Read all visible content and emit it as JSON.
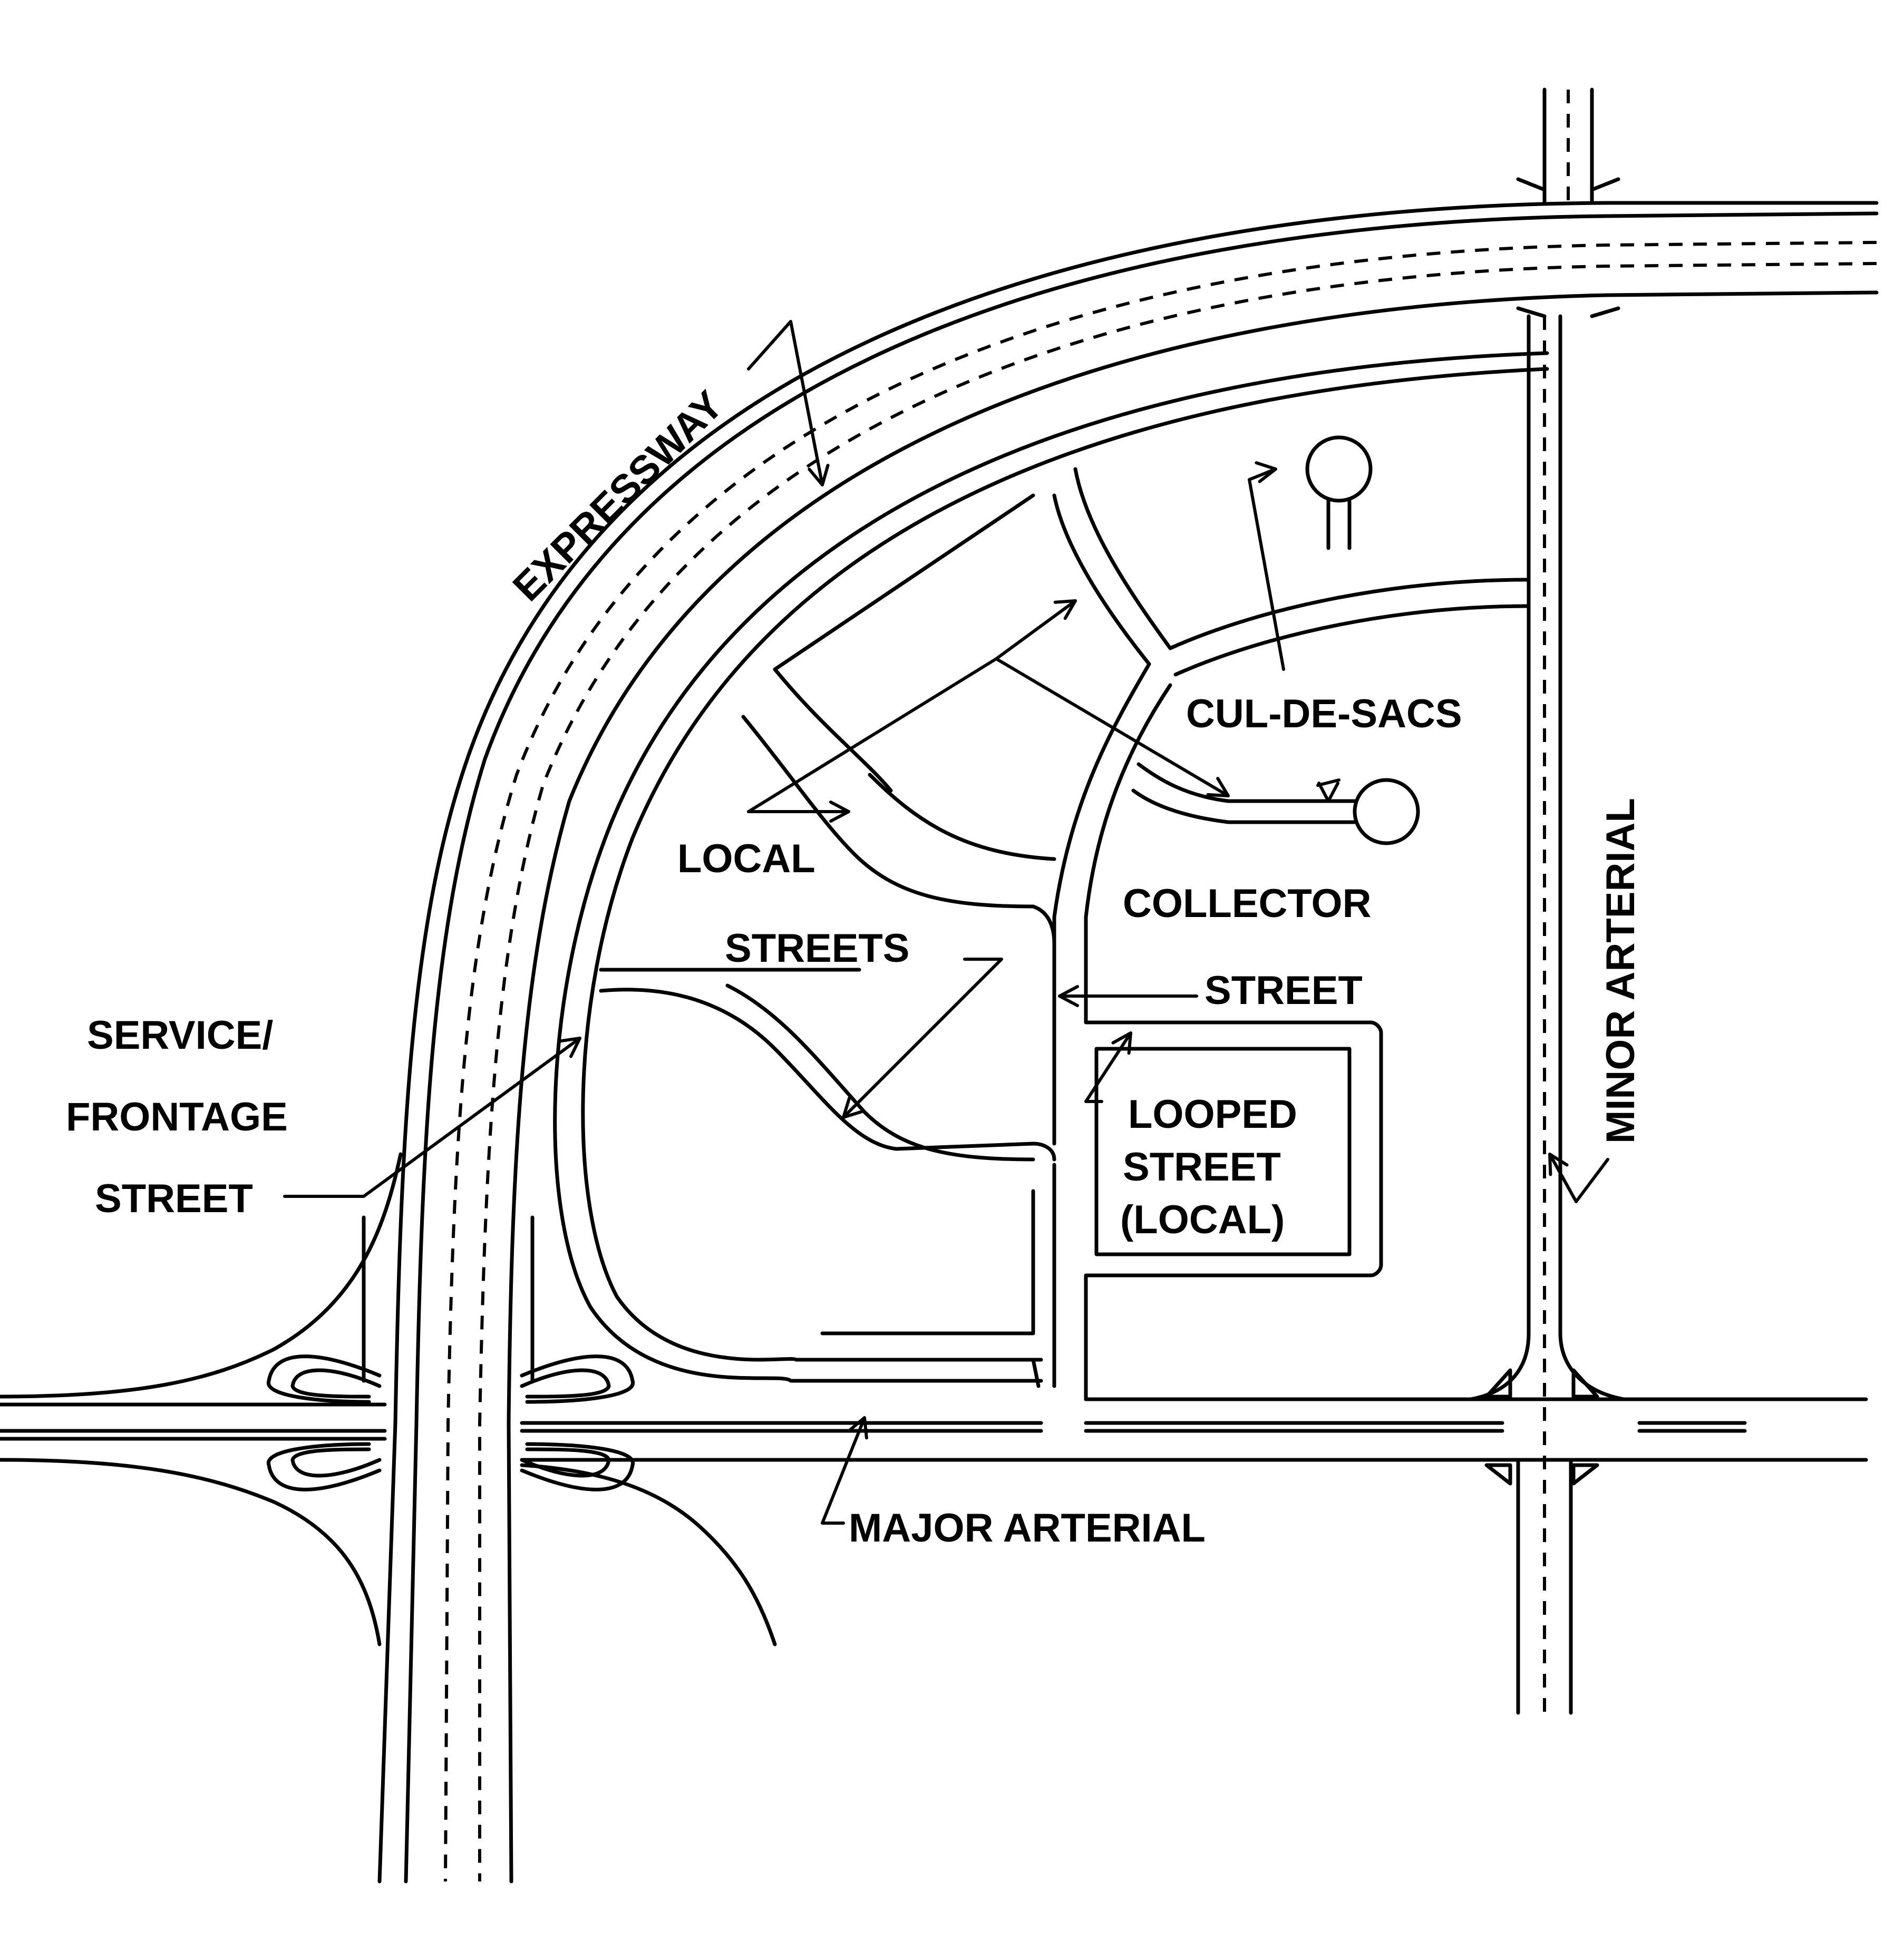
{
  "labels": {
    "expressway": "EXPRESSWAY",
    "cul_de_sacs": "CUL-DE-SACS",
    "local": "LOCAL",
    "streets": "STREETS",
    "collector": "COLLECTOR",
    "collector_street": "STREET",
    "looped_1": "LOOPED",
    "looped_2": "STREET",
    "looped_3": "(LOCAL)",
    "service_1": "SERVICE/",
    "service_2": "FRONTAGE",
    "service_3": "STREET",
    "major_arterial": "MAJOR ARTERIAL",
    "minor_arterial": "MINOR ARTERIAL"
  },
  "line_color": "#000000",
  "background": "#ffffff"
}
